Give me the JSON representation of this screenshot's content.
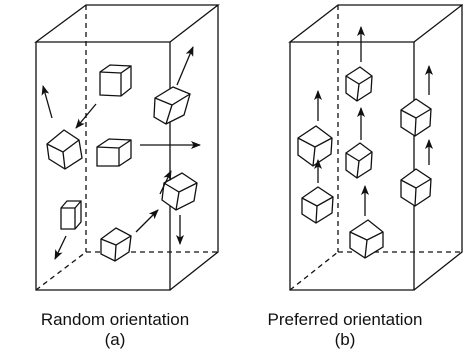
{
  "panels": [
    {
      "caption": "Random orientation",
      "label": "(a)",
      "orientation": "random"
    },
    {
      "caption": "Preferred orientation",
      "label": "(b)",
      "orientation": "preferred"
    }
  ],
  "colors": {
    "line": "#111111",
    "background": "#ffffff"
  }
}
